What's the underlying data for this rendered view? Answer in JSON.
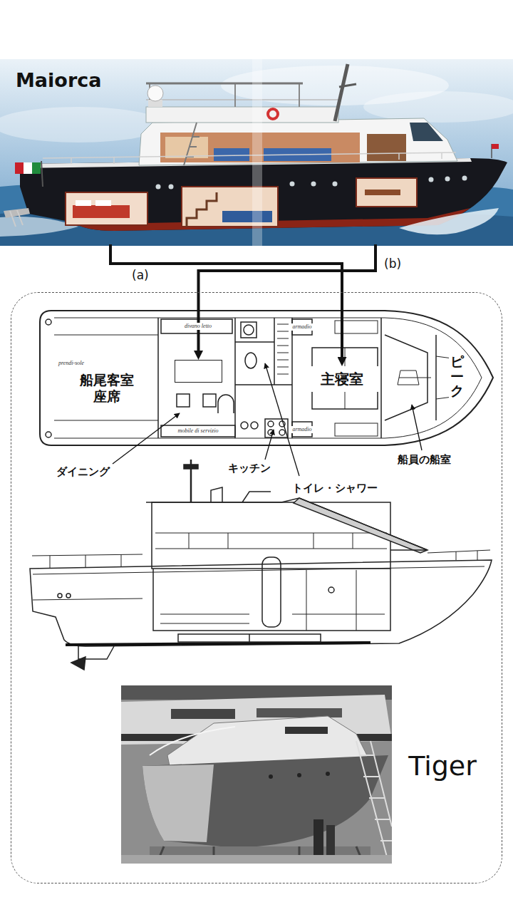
{
  "diagram": {
    "nodes": [
      {
        "text": [
          "Maiorca"
        ]
      },
      {
        "text": [
          "Tiger"
        ]
      },
      {
        "text": [
          "ダイニング"
        ],
        "in": 1
      },
      {
        "text": [
          "主寝室"
        ],
        "in": 1
      }
    ],
    "edges": [
      {
        "from": 0,
        "to": 3,
        "label": "(a)",
        "arrow": "to"
      },
      {
        "from": 0,
        "to": 2,
        "label": "(b)",
        "arrow": "to"
      }
    ],
    "labels": [
      "船尾客室 座席",
      "ピーク",
      "キッチン",
      "トイレ・シャワー",
      "船員の船室",
      "prendi-sole",
      "divano letto",
      "mobile di servizio",
      "armadio",
      "armadio"
    ]
  }
}
